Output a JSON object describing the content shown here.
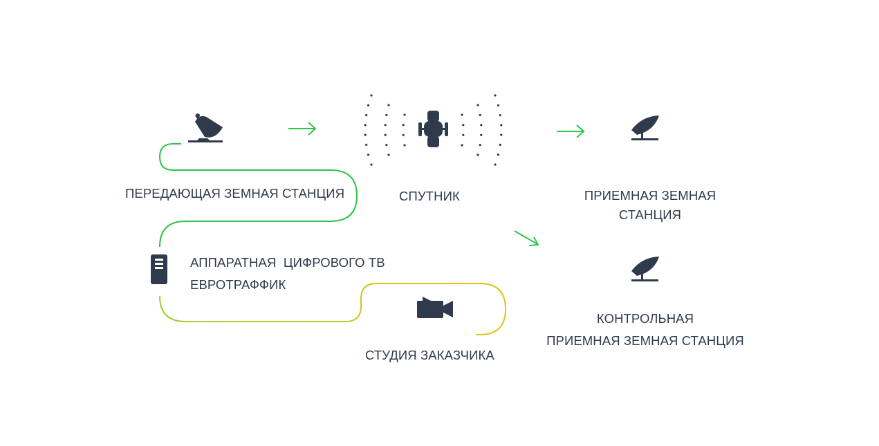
{
  "nodes": {
    "transmit_station": {
      "label": "ПЕРЕДАЮЩАЯ ЗЕМНАЯ СТАНЦИЯ",
      "icon": "satellite-dish-icon"
    },
    "satellite": {
      "label": "СПУТНИК",
      "icon": "satellite-icon"
    },
    "receive_station": {
      "label_line1": "ПРИЕМНАЯ ЗЕМНАЯ",
      "label_line2": "СТАНЦИЯ",
      "icon": "receiving-dish-icon"
    },
    "control_station": {
      "label_line1": "КОНТРОЛЬНАЯ",
      "label_line2": "ПРИЕМНАЯ ЗЕМНАЯ СТАНЦИЯ",
      "icon": "receiving-dish-icon"
    },
    "hardware_room": {
      "label_line1": "АППАРАТНАЯ  ЦИФРОВОГО ТВ",
      "label_line2": "ЕВРОТРАФФИК",
      "icon": "server-icon"
    },
    "studio": {
      "label": "СТУДИЯ ЗАКАЗЧИКА",
      "icon": "video-camera-icon"
    }
  },
  "colors": {
    "icon": "#2f3b4c",
    "text": "#2f3b4c",
    "green": "#2ec44a",
    "yellow": "#e3c21a"
  }
}
